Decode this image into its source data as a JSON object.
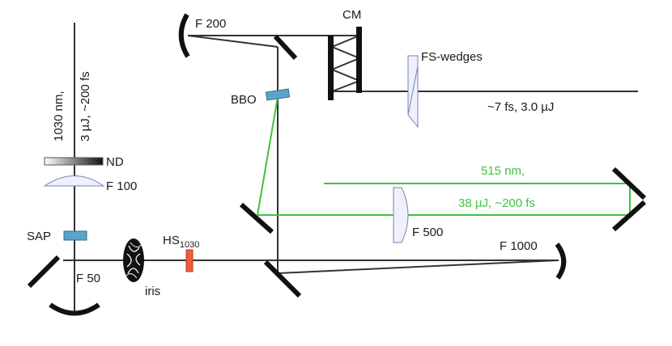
{
  "labels": {
    "input_wavelength": "1030 nm,",
    "input_energy": "3 µJ,  ~200 fs",
    "nd": "ND",
    "f100": "F 100",
    "sap": "SAP",
    "f50": "F 50",
    "iris": "iris",
    "hs_main": "HS",
    "hs_sub": "1030",
    "f200": "F 200",
    "cm": "CM",
    "fs_wedges": "FS-wedges",
    "output": "~7 fs, 3.0 µJ",
    "bbo": "BBO",
    "green_line1": "515 nm,",
    "green_line2": "38 µJ, ~200 fs",
    "f500": "F 500",
    "f1000": "F 1000"
  },
  "colors": {
    "beam": "#333333",
    "green_beam": "#3ec43e",
    "crystal": "#5ba3c9",
    "harmonic_separator": "#f15a3a",
    "lens": "#eef0fb"
  }
}
